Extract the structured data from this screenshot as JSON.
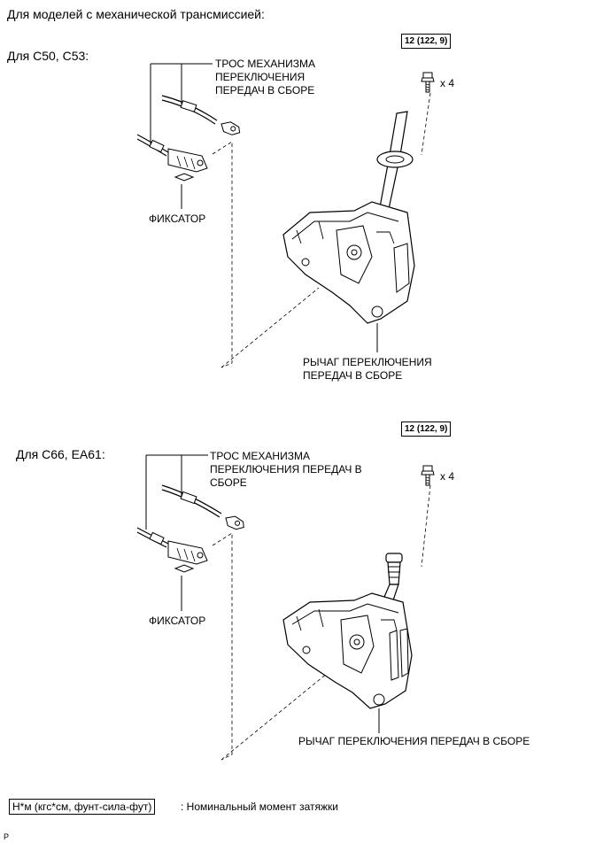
{
  "header": "Для моделей с механической трансмиссией:",
  "sections": [
    {
      "label": "Для C50, C53:",
      "cable_label": [
        "ТРОС МЕХАНИЗМА",
        "ПЕРЕКЛЮЧЕНИЯ",
        "ПЕРЕДАЧ В СБОРЕ"
      ],
      "retainer_label": "ФИКСАТОР",
      "lever_label": [
        "РЫЧАГ ПЕРЕКЛЮЧЕНИЯ",
        "ПЕРЕДАЧ В СБОРЕ"
      ],
      "torque": "12 (122, 9)",
      "quantity": "x 4"
    },
    {
      "label": "Для C66, EA61:",
      "cable_label": [
        "ТРОС МЕХАНИЗМА",
        "ПЕРЕКЛЮЧЕНИЯ ПЕРЕДАЧ В",
        "СБОРЕ"
      ],
      "retainer_label": "ФИКСАТОР",
      "lever_label": [
        "РЫЧАГ ПЕРЕКЛЮЧЕНИЯ ПЕРЕДАЧ В СБОРЕ"
      ],
      "torque": "12 (122, 9)",
      "quantity": "x 4"
    }
  ],
  "legend": {
    "unit": "Н*м (кгс*см, фунт-сила-фут)",
    "description": ": Номинальный момент затяжки"
  },
  "corner_mark": "P"
}
